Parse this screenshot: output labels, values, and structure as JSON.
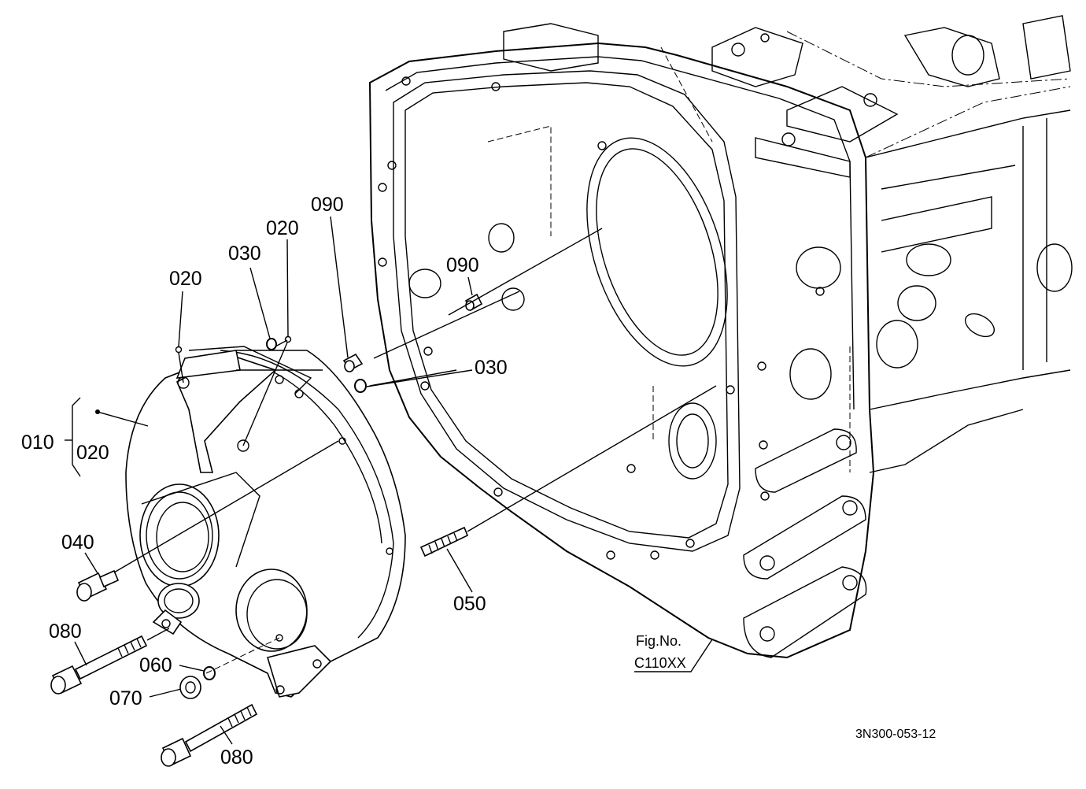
{
  "labels": {
    "p010": "010",
    "p020_group": "020",
    "p020_left": "020",
    "p020_right": "020",
    "p030_top": "030",
    "p030_mid": "030",
    "p040": "040",
    "p050": "050",
    "p060": "060",
    "p070": "070",
    "p080_upper": "080",
    "p080_lower": "080",
    "p090_top": "090",
    "p090_inner": "090"
  },
  "figure": {
    "fig_label": "Fig.No.",
    "fig_code": "C110XX"
  },
  "drawing_id": "3N300-053-12"
}
